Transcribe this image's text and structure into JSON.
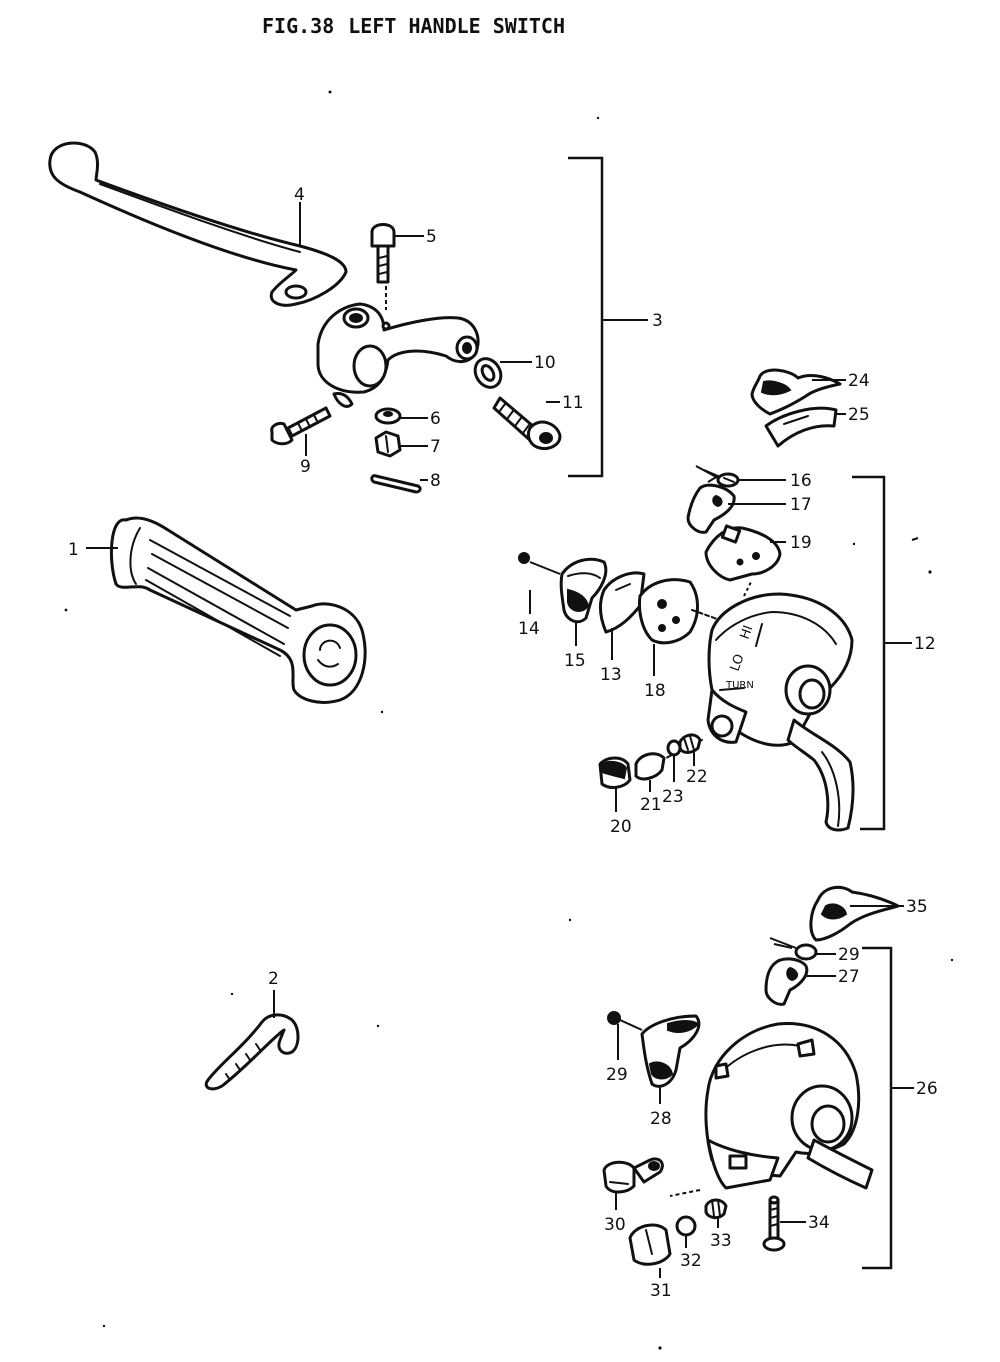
{
  "title": {
    "fig": "FIG.38",
    "name": "LEFT HANDLE SWITCH"
  },
  "callouts": {
    "c1": "1",
    "c2": "2",
    "c3": "3",
    "c4": "4",
    "c5": "5",
    "c6": "6",
    "c7": "7",
    "c8": "8",
    "c9": "9",
    "c10": "10",
    "c11": "11",
    "c12": "12",
    "c13": "13",
    "c14": "14",
    "c15": "15",
    "c16": "16",
    "c17": "17",
    "c18": "18",
    "c19": "19",
    "c20": "20",
    "c21": "21",
    "c22": "22",
    "c23": "23",
    "c24": "24",
    "c25": "25",
    "c26": "26",
    "c27": "27",
    "c28": "28",
    "c29a": "29",
    "c29b": "29",
    "c30": "30",
    "c31": "31",
    "c32": "32",
    "c33": "33",
    "c34": "34",
    "c35": "35"
  },
  "housing_marks": {
    "hi": "HI",
    "lo": "LO",
    "turn": "TURN"
  }
}
